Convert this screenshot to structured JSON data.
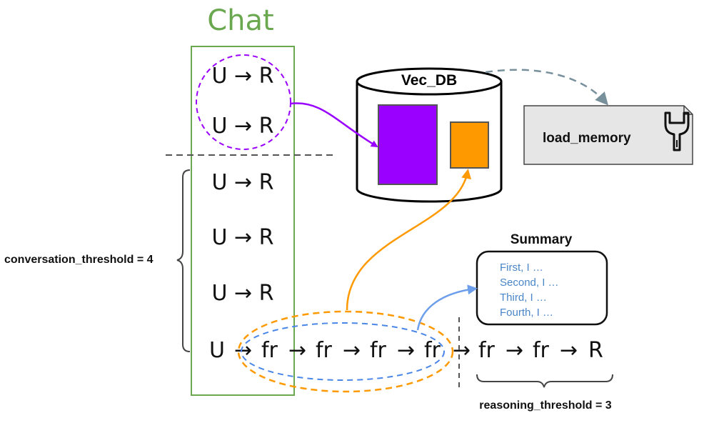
{
  "chat": {
    "title": "Chat",
    "rows": [
      "U → R",
      "U → R",
      "U → R",
      "U → R",
      "U → R"
    ],
    "last_row_start": "U"
  },
  "flow": {
    "steps": [
      "fr",
      "fr",
      "fr",
      "fr",
      "fr",
      "fr",
      "R"
    ],
    "arrow": "→"
  },
  "vec_db": {
    "title": "Vec_DB",
    "colors": {
      "purple_block": "#9900ff",
      "orange_block": "#ff9900"
    }
  },
  "tool": {
    "label": "load_memory",
    "icon": "wrench-icon"
  },
  "summary": {
    "title": "Summary",
    "lines": [
      "First, I …",
      "Second, I …",
      "Third, I …",
      "Fourth, I …"
    ]
  },
  "labels": {
    "conversation_threshold": "conversation_threshold = 4",
    "reasoning_threshold": "reasoning_threshold = 3"
  },
  "colors": {
    "chat_green": "#6aa84f",
    "purple": "#9900ff",
    "orange": "#ff9900",
    "blue": "#4a86e8",
    "tool_fill": "#e6e6e6",
    "gray_arrow": "#78909c"
  }
}
